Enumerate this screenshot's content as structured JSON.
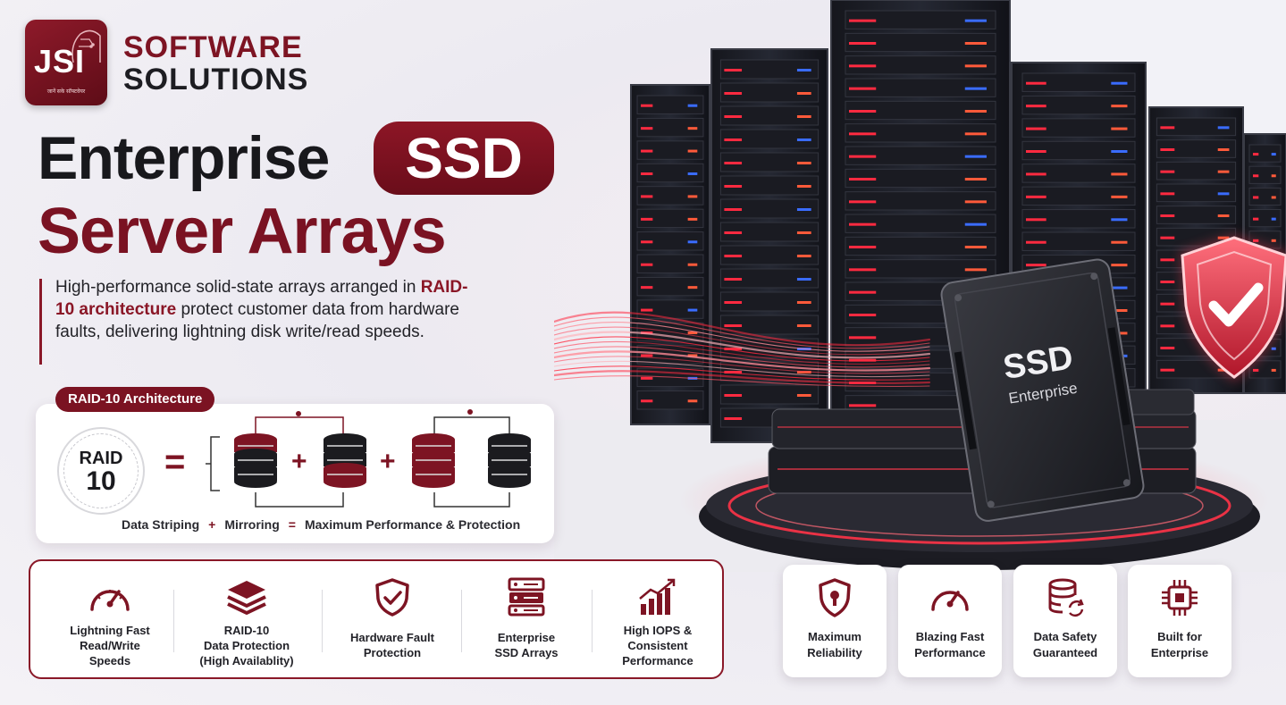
{
  "brand": {
    "logo_text": "JSI",
    "logo_tagline": "जानें सके सॉफ्टवेयर",
    "line1": "SOFTWARE",
    "line2": "SOLUTIONS"
  },
  "headline": {
    "word1": "Enterprise",
    "pill": "SSD",
    "line2": "Server Arrays"
  },
  "description": {
    "part1": "High-performance solid-state arrays arranged in ",
    "highlight": "RAID-10 architecture",
    "part2": " protect customer data from hardware faults, delivering lightning disk write/read speeds."
  },
  "raid": {
    "pill": "RAID-10 Architecture",
    "circle_top": "RAID",
    "circle_bottom": "10",
    "equals": "=",
    "plus": "+",
    "caption_a": "Data Striping",
    "caption_op1": "+",
    "caption_b": "Mirroring",
    "caption_op2": "=",
    "caption_c": "Maximum Performance & Protection"
  },
  "features": [
    {
      "icon": "speedometer-icon",
      "line1": "Lightning Fast",
      "line2": "Read/Write",
      "line3": "Speeds"
    },
    {
      "icon": "layers-icon",
      "line1": "RAID-10",
      "line2": "Data Protection",
      "line3": "(High Availablity)"
    },
    {
      "icon": "shield-check-icon",
      "line1": "Hardware Fault",
      "line2": "Protection"
    },
    {
      "icon": "server-icon",
      "line1": "Enterprise",
      "line2": "SSD Arrays"
    },
    {
      "icon": "bar-chart-icon",
      "line1": "High IOPS &",
      "line2": "Consistent",
      "line3": "Performance"
    }
  ],
  "cards": [
    {
      "icon": "lock-shield-icon",
      "line1": "Maximum",
      "line2": "Reliability"
    },
    {
      "icon": "speedometer-icon",
      "line1": "Blazing Fast",
      "line2": "Performance"
    },
    {
      "icon": "database-sync-icon",
      "line1": "Data Safety",
      "line2": "Guaranteed"
    },
    {
      "icon": "cpu-chip-icon",
      "line1": "Built for",
      "line2": "Enterprise"
    }
  ],
  "ssd_drive": {
    "label": "SSD",
    "sublabel": "Enterprise"
  },
  "colors": {
    "brand_maroon": "#7d1423",
    "dark_text": "#18181c",
    "glow_red": "#ff2a40",
    "led_blue": "#3a6cff"
  }
}
